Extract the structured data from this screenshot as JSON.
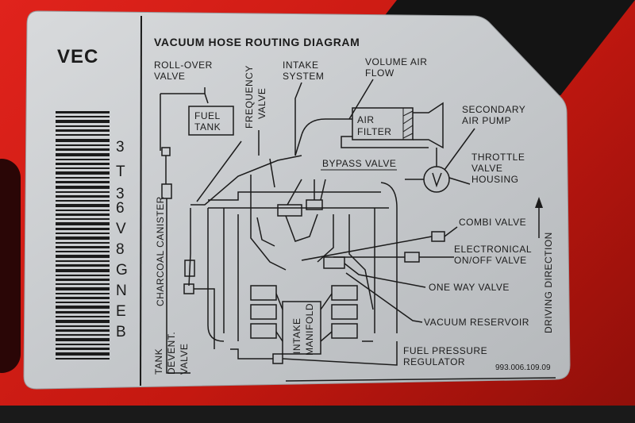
{
  "label": {
    "brand": "VEC",
    "vin_chars": [
      "3",
      "T",
      "3",
      "6",
      "V",
      "8",
      "G",
      "N",
      "E",
      "B"
    ],
    "title": "VACUUM HOSE ROUTING DIAGRAM",
    "part_number": "993.006.109.09",
    "components": {
      "rollover_valve": [
        "ROLL-OVER",
        "VALVE"
      ],
      "fuel_tank": [
        "FUEL",
        "TANK"
      ],
      "frequency_valve": [
        "FREQUENCY",
        "VALVE"
      ],
      "intake_system": [
        "INTAKE",
        "SYSTEM"
      ],
      "volume_air_flow": [
        "VOLUME AIR",
        "FLOW"
      ],
      "air_filter": [
        "AIR",
        "FILTER"
      ],
      "secondary_air_pump": [
        "SECONDARY",
        "AIR PUMP"
      ],
      "throttle_valve_housing": [
        "THROTTLE",
        "VALVE",
        "HOUSING"
      ],
      "bypass_valve": "BYPASS VALVE",
      "combi_valve": "COMBI VALVE",
      "electronical_valve": [
        "ELECTRONICAL",
        "ON/OFF VALVE"
      ],
      "one_way_valve": "ONE WAY VALVE",
      "vacuum_reservoir": "VACUUM RESERVOIR",
      "fuel_pressure_regulator": [
        "FUEL PRESSURE",
        "REGULATOR"
      ],
      "intake_manifold": [
        "INTAKE",
        "MANIFOLD"
      ],
      "charcoal_canister": "CHARCOAL CANISTER",
      "tank_devent_valve": [
        "TANK",
        "DEVENT.",
        "VALVE"
      ],
      "driving_direction": "DRIVING DIRECTION"
    }
  },
  "colors": {
    "car_paint": "#d4201a",
    "label_bg": "#c9ccce",
    "ink": "#1b1b1b"
  }
}
